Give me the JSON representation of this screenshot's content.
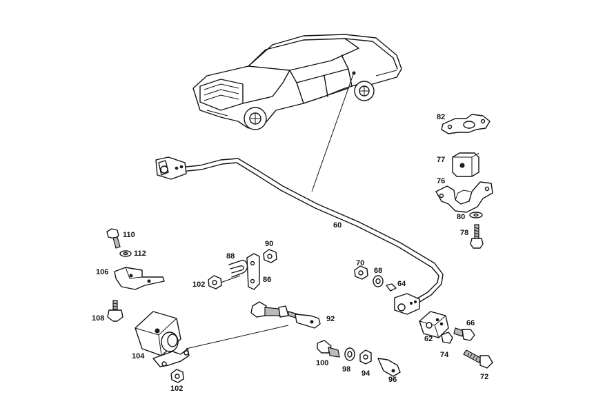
{
  "diagram": {
    "labels": {
      "p82": "82",
      "p77": "77",
      "p76": "76",
      "p80": "80",
      "p78": "78",
      "p60": "60",
      "p110": "110",
      "p112": "112",
      "p106": "106",
      "p108": "108",
      "p104": "104",
      "p102a": "102",
      "p102b": "102",
      "p88": "88",
      "p90": "90",
      "p86": "86",
      "p92": "92",
      "p100": "100",
      "p98": "98",
      "p94": "94",
      "p96": "96",
      "p70": "70",
      "p68": "68",
      "p64": "64",
      "p66": "66",
      "p62": "62",
      "p74": "74",
      "p72": "72"
    }
  }
}
